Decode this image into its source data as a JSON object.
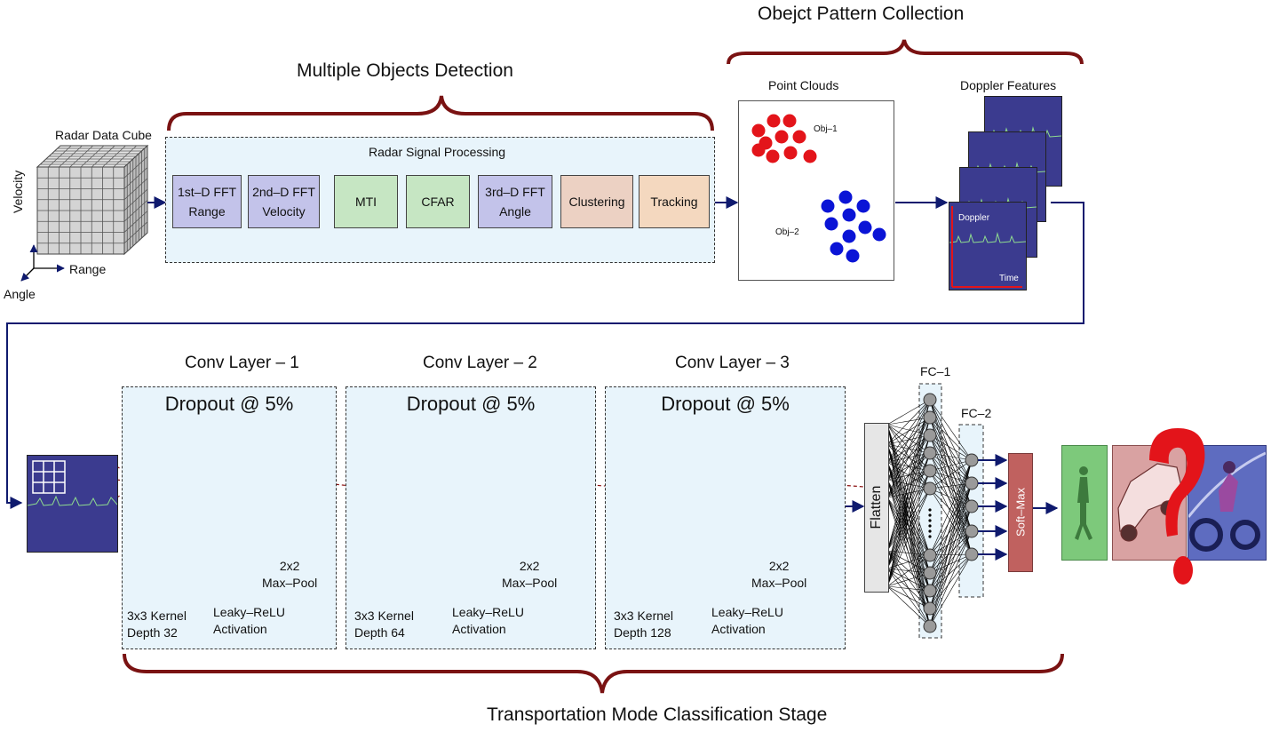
{
  "headings": {
    "object_pattern": "Obejct Pattern Collection",
    "multiple_objects": "Multiple Objects Detection",
    "classification": "Transportation Mode Classification Stage"
  },
  "radar_cube": {
    "title": "Radar Data Cube",
    "axis_velocity": "Velocity",
    "axis_range": "Range",
    "axis_angle": "Angle"
  },
  "signal_processing": {
    "title": "Radar Signal Processing",
    "steps": [
      {
        "line1": "1st–D FFT",
        "line2": "Range",
        "color": "#c3c3ea"
      },
      {
        "line1": "2nd–D FFT",
        "line2": "Velocity",
        "color": "#c3c3ea"
      },
      {
        "line1": "MTI",
        "line2": "",
        "color": "#c6e6c3"
      },
      {
        "line1": "CFAR",
        "line2": "",
        "color": "#c6e6c3"
      },
      {
        "line1": "3rd–D FFT",
        "line2": "Angle",
        "color": "#c3c3ea"
      },
      {
        "line1": "Clustering",
        "line2": "",
        "color": "#ecd1c3"
      },
      {
        "line1": "Tracking",
        "line2": "",
        "color": "#f4d8bf"
      }
    ]
  },
  "point_clouds": {
    "title": "Point Clouds",
    "obj1": "Obj–1",
    "obj2": "Obj–2",
    "obj1_color": "#e3141a",
    "obj2_color": "#0a14d6"
  },
  "doppler": {
    "title": "Doppler Features",
    "y_label": "Doppler",
    "x_label": "Time",
    "bg_color": "#3b3b8f"
  },
  "conv_layers": [
    {
      "title": "Conv Layer –  1",
      "dropout": "Dropout @ 5%",
      "kernel_line1": "3x3 Kernel",
      "kernel_line2": "Depth 32",
      "act_line1": "Leaky–ReLU",
      "act_line2": "Activation",
      "pool_line1": "2x2",
      "pool_line2": "Max–Pool"
    },
    {
      "title": "Conv Layer –  2",
      "dropout": "Dropout @ 5%",
      "kernel_line1": "3x3 Kernel",
      "kernel_line2": "Depth 64",
      "act_line1": "Leaky–ReLU",
      "act_line2": "Activation",
      "pool_line1": "2x2",
      "pool_line2": "Max–Pool"
    },
    {
      "title": "Conv Layer –  3",
      "dropout": "Dropout @ 5%",
      "kernel_line1": "3x3 Kernel",
      "kernel_line2": "Depth 128",
      "act_line1": "Leaky–ReLU",
      "act_line2": "Activation",
      "pool_line1": "2x2",
      "pool_line2": "Max–Pool"
    }
  ],
  "fc": {
    "flatten": "Flatten",
    "fc1": "FC–1",
    "fc2": "FC–2",
    "softmax": "Soft–Max",
    "softmax_color": "#c0615f"
  },
  "colors": {
    "brace": "#7a1212",
    "arrow": "#0f1a6e",
    "kernel_face": "#7f7fcf",
    "relu_face": "#7fcf7f",
    "pool_face": "#c89a7c",
    "question_mark": "#e3141a"
  }
}
